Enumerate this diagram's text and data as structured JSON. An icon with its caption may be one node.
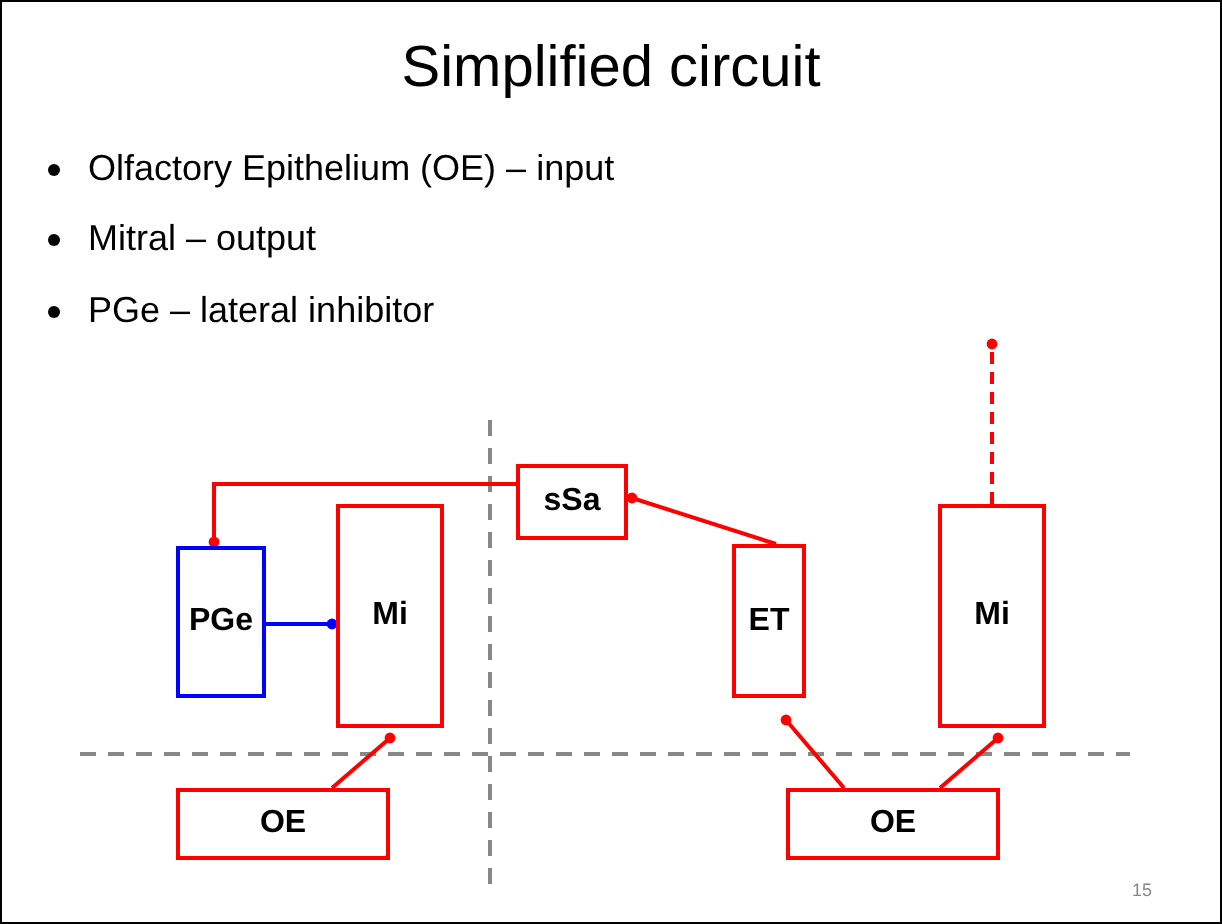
{
  "diagram": {
    "title": "Simplified circuit",
    "nodes": [
      {
        "text": [
          "sSa"
        ]
      },
      {
        "text": [
          "PGe"
        ]
      },
      {
        "text": [
          "Mi"
        ]
      },
      {
        "text": [
          "ET"
        ]
      },
      {
        "text": [
          "Mi"
        ]
      },
      {
        "text": [
          "OE"
        ]
      },
      {
        "text": [
          "OE"
        ]
      }
    ],
    "edges": [
      {
        "from": 0,
        "to": 1,
        "arrow": "other"
      },
      {
        "from": 1,
        "to": 2,
        "arrow": "other",
        "color": "#0000ff"
      },
      {
        "from": 3,
        "to": 0,
        "arrow": "other"
      },
      {
        "from": 4,
        "to": null,
        "arrow": "other",
        "style": "dashed"
      },
      {
        "from": 5,
        "to": 2,
        "arrow": "other"
      },
      {
        "from": 6,
        "to": 3,
        "arrow": "other"
      },
      {
        "from": 6,
        "to": 4,
        "arrow": "other"
      }
    ],
    "labels": [
      "Olfactory Epithelium (OE) – input",
      "Mitral – output",
      "PGe – lateral inhibitor",
      "15"
    ]
  }
}
